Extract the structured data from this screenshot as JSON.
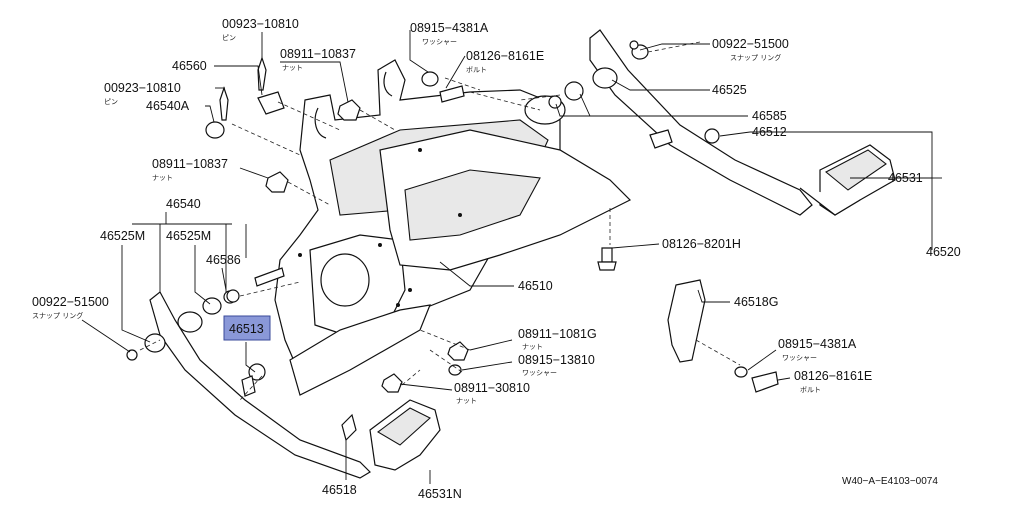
{
  "diagram": {
    "labels": {
      "p00923_10810_top": "00923−10810",
      "p00923_10810_top_jp": "ピン",
      "p46560": "46560",
      "p08911_10837_top": "08911−10837",
      "p08911_10837_top_jp": "ナット",
      "p08915_4381A_top": "08915−4381A",
      "p08915_4381A_top_jp": "ワッシャー",
      "p08126_8161E_top": "08126−8161E",
      "p08126_8161E_top_jp": "ボルト",
      "p00922_51500_right": "00922−51500",
      "p00922_51500_right_jp": "スナップ リング",
      "p00923_10810_mid": "00923−10810",
      "p00923_10810_mid_jp": "ピン",
      "p46540A": "46540A",
      "p46525": "46525",
      "p46585": "46585",
      "p46512": "46512",
      "p08911_10837_mid": "08911−10837",
      "p08911_10837_mid_jp": "ナット",
      "p46531": "46531",
      "p46540": "46540",
      "p46525M_a": "46525M",
      "p46525M_b": "46525M",
      "p46520": "46520",
      "p08126_8201H": "08126−8201H",
      "p46586": "46586",
      "p46510": "46510",
      "p00922_51500_left": "00922−51500",
      "p00922_51500_left_jp": "スナップ リング",
      "p46513": "46513",
      "p46518G": "46518G",
      "p08911_1081G": "08911−1081G",
      "p08911_1081G_jp": "ナット",
      "p08915_13810": "08915−13810",
      "p08915_13810_jp": "ワッシャー",
      "p08915_4381A_low": "08915−4381A",
      "p08915_4381A_low_jp": "ワッシャー",
      "p08911_30810": "08911−30810",
      "p08911_30810_jp": "ナット",
      "p08126_8161E_low": "08126−8161E",
      "p08126_8161E_low_jp": "ボルト",
      "p46518": "46518",
      "p46531N": "46531N",
      "drawing_code": "W40−A−E4103−0074"
    },
    "highlight_color": "#8a98d8"
  }
}
